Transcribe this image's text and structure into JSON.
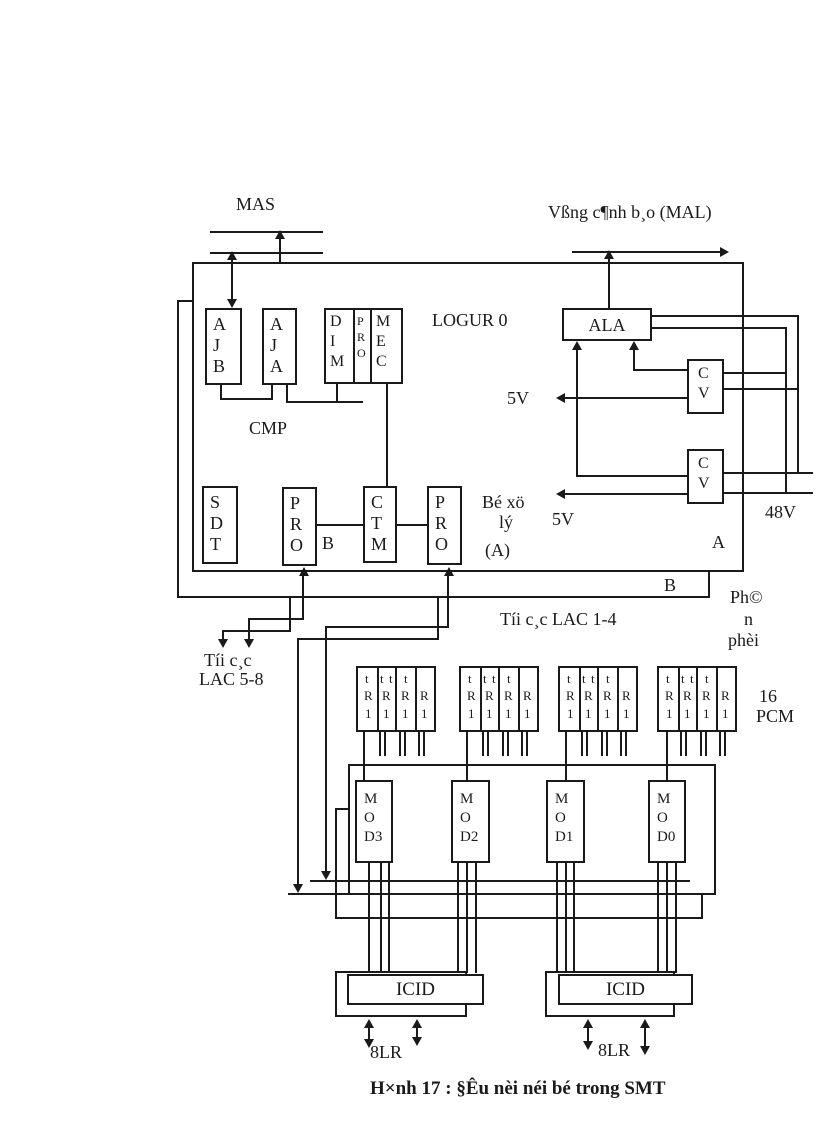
{
  "mas_label": "MAS",
  "mal_label": "Vßng c¶nh b¸o (MAL)",
  "logur_label": "LOGUR 0",
  "cmp_label": "CMP",
  "ala_label": "ALA",
  "cv_letters": [
    "C",
    "V"
  ],
  "v5_label": "5V",
  "v48_label": "48V",
  "plane_a_label": "A",
  "plane_b_label": "B",
  "bus_b_label": "B",
  "processor_label": [
    "Bé xö",
    "lý",
    "(A)"
  ],
  "lac58_label": [
    "Tíi c¸c",
    "LAC 5-8"
  ],
  "lac14_label": "Tíi c¸c LAC 1-4",
  "phanphoi_label": [
    "Ph©",
    "n",
    "phèi"
  ],
  "pcm_label": [
    "16",
    "PCM"
  ],
  "icid_label": "ICID",
  "lr8_label": "8LR",
  "caption": "H×nh 17 : §Êu nèi néi bé trong SMT",
  "blocks": {
    "ajb": [
      "A",
      "J",
      "B"
    ],
    "aja": [
      "A",
      "J",
      "A"
    ],
    "dim": [
      "D",
      "I",
      "M"
    ],
    "pro_mid": [
      "P",
      "R",
      "O"
    ],
    "mec": [
      "M",
      "E",
      "C"
    ],
    "sdt": [
      "S",
      "D",
      "T"
    ],
    "pro_b": [
      "P",
      "R",
      "O"
    ],
    "ctm": [
      "C",
      "T",
      "M"
    ],
    "pro_a": [
      "P",
      "R",
      "O"
    ],
    "mod": [
      [
        "M",
        "O",
        "D3"
      ],
      [
        "M",
        "O",
        "D2"
      ],
      [
        "M",
        "O",
        "D1"
      ],
      [
        "M",
        "O",
        "D0"
      ]
    ]
  },
  "pcm_group": {
    "t_row": [
      "t",
      "t",
      "t",
      "t"
    ],
    "r_row": [
      "R",
      "R",
      "R",
      "R"
    ],
    "one_row": [
      "1",
      "1",
      "1",
      "1"
    ]
  }
}
